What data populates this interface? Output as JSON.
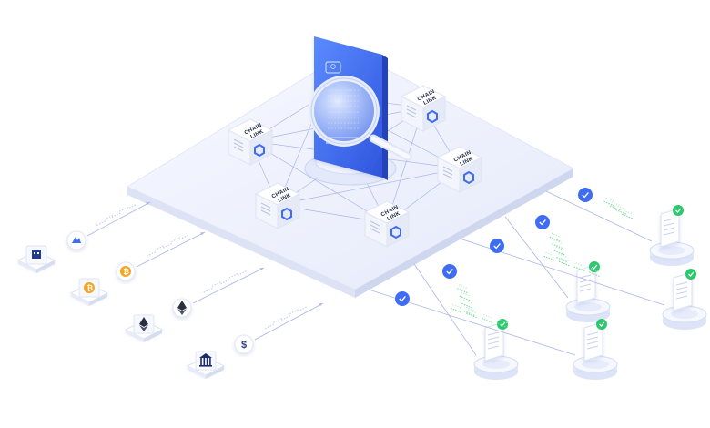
{
  "node_label_line1": "CHAIN",
  "node_label_line2": "LINK",
  "sources": [
    {
      "icon": "exchange-building-icon",
      "badge": "chart-triangle-icon"
    },
    {
      "icon": "bitcoin-icon",
      "badge": "bitcoin-icon"
    },
    {
      "icon": "ethereum-icon",
      "badge": "ethereum-icon"
    },
    {
      "icon": "bank-icon",
      "badge": "dollar-icon"
    }
  ],
  "destinations": [
    {
      "status": "verified"
    },
    {
      "status": "verified"
    },
    {
      "status": "verified"
    },
    {
      "status": "verified"
    },
    {
      "status": "verified"
    },
    {
      "status": "verified"
    }
  ],
  "colors": {
    "accent": "#3f6df2",
    "platform": "#eef1fb",
    "success": "#2ac96b",
    "line": "#aab6e6"
  }
}
